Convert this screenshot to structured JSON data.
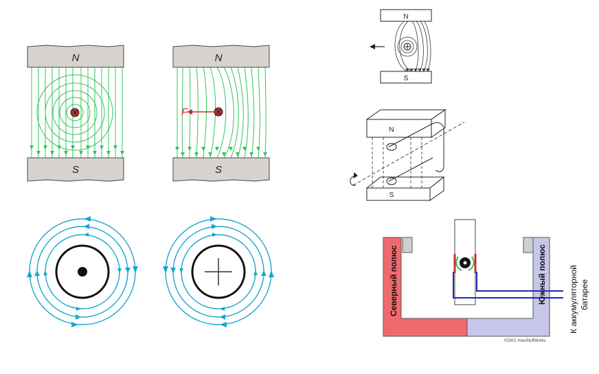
{
  "figure1": {
    "north_label": "N",
    "south_label": "S"
  },
  "figure2": {
    "north_label": "N",
    "south_label": "S",
    "force_label": "F"
  },
  "figure5": {
    "north_label": "N",
    "south_label": "S"
  },
  "figure6": {
    "north_label": "N",
    "south_label": "S"
  },
  "figure7": {
    "north_pole_label": "Северный полюс",
    "south_pole_label": "Южный полюс",
    "battery_label_line1": "К аккумуляторной",
    "battery_label_line2": "батарее",
    "copyright": "©2001 HowStuffWorks",
    "north_color": "#ef6a6e",
    "south_color": "#c6c7ea",
    "wire_color": "#1f2bb0"
  },
  "colors": {
    "field_green": "#2fc457",
    "field_cyan": "#16a6cf",
    "force_red": "#d42a2a",
    "magnet_fill": "#d6d3cf"
  }
}
